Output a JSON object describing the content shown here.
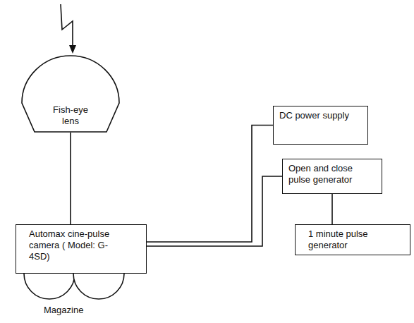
{
  "diagram": {
    "nodes": [
      {
        "text": [
          "Fish-eye lens"
        ]
      },
      {
        "text": [
          "Automax cine-pulse camera ( Model: G-4SD)"
        ]
      },
      {
        "text": [
          "DC power supply"
        ]
      },
      {
        "text": [
          "Open and close pulse generator"
        ]
      },
      {
        "text": [
          "1 minute pulse generator"
        ]
      }
    ],
    "edges": [
      {
        "from": 0,
        "to": 1,
        "arrow": "none"
      },
      {
        "from": 1,
        "to": 2,
        "arrow": "none"
      },
      {
        "from": 1,
        "to": 3,
        "arrow": "none"
      },
      {
        "from": 3,
        "to": 4,
        "arrow": "none"
      }
    ],
    "labels": [
      "Magazine"
    ]
  }
}
